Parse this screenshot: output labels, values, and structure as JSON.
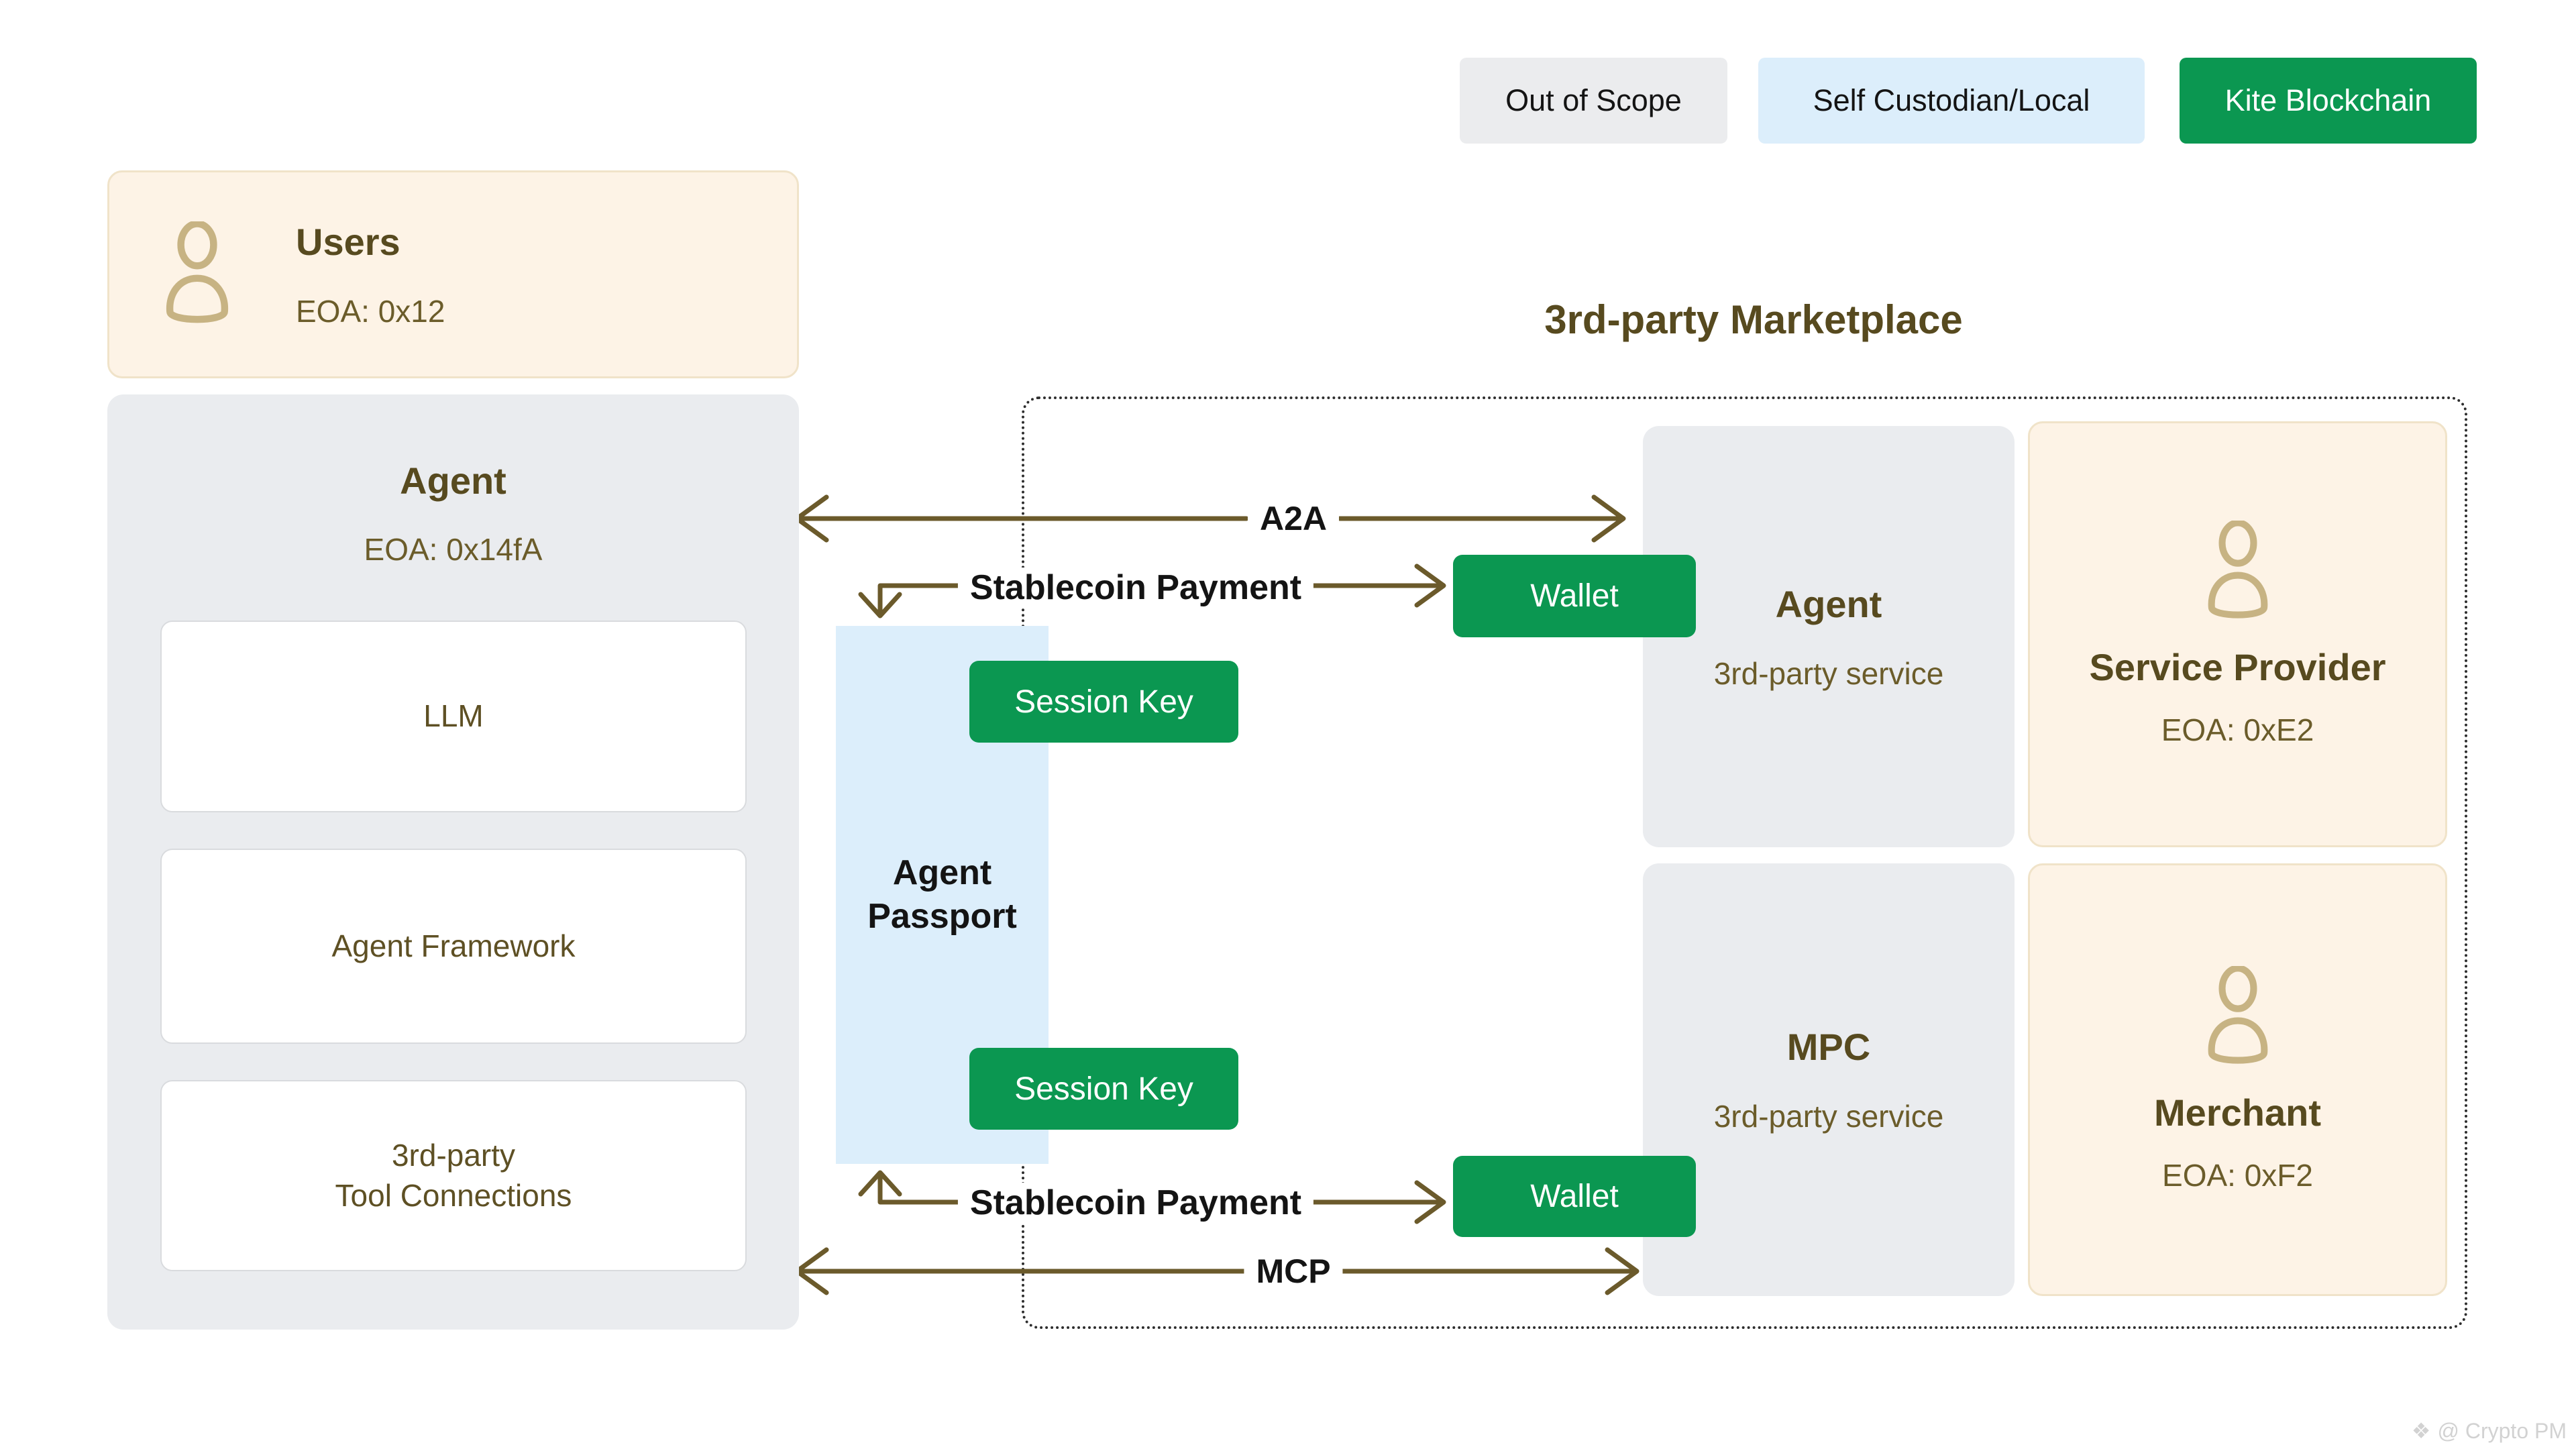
{
  "legend": {
    "out_of_scope": "Out of Scope",
    "self_custodian": "Self Custodian/Local",
    "kite_blockchain": "Kite Blockchain"
  },
  "users": {
    "title": "Users",
    "eoa": "EOA: 0x12"
  },
  "agent": {
    "title": "Agent",
    "eoa": "EOA: 0x14fA",
    "components": [
      {
        "label": "LLM"
      },
      {
        "label": "Agent Framework"
      },
      {
        "label": "3rd-party\nTool Connections"
      }
    ]
  },
  "passport": {
    "label": "Agent\nPassport",
    "session_key_label": "Session Key"
  },
  "marketplace": {
    "title": "3rd-party Marketplace",
    "agent": {
      "title": "Agent",
      "subtitle": "3rd-party service"
    },
    "service_provider": {
      "title": "Service Provider",
      "eoa": "EOA: 0xE2"
    },
    "mpc": {
      "title": "MPC",
      "subtitle": "3rd-party service"
    },
    "merchant": {
      "title": "Merchant",
      "eoa": "EOA: 0xF2"
    },
    "wallet_label": "Wallet"
  },
  "arrows": {
    "a2a": "A2A",
    "stablecoin_top": "Stablecoin Payment",
    "stablecoin_bottom": "Stablecoin Payment",
    "mcp": "MCP"
  },
  "watermark": "@ Crypto PM",
  "colors": {
    "kite_green": "#0B9751",
    "self_custodian_blue": "#DCEEFB",
    "out_of_scope_gray": "#EBECEE",
    "cream": "#FDF3E6",
    "brown_text": "#574A1F",
    "arrow_brown": "#6B5A2B"
  }
}
